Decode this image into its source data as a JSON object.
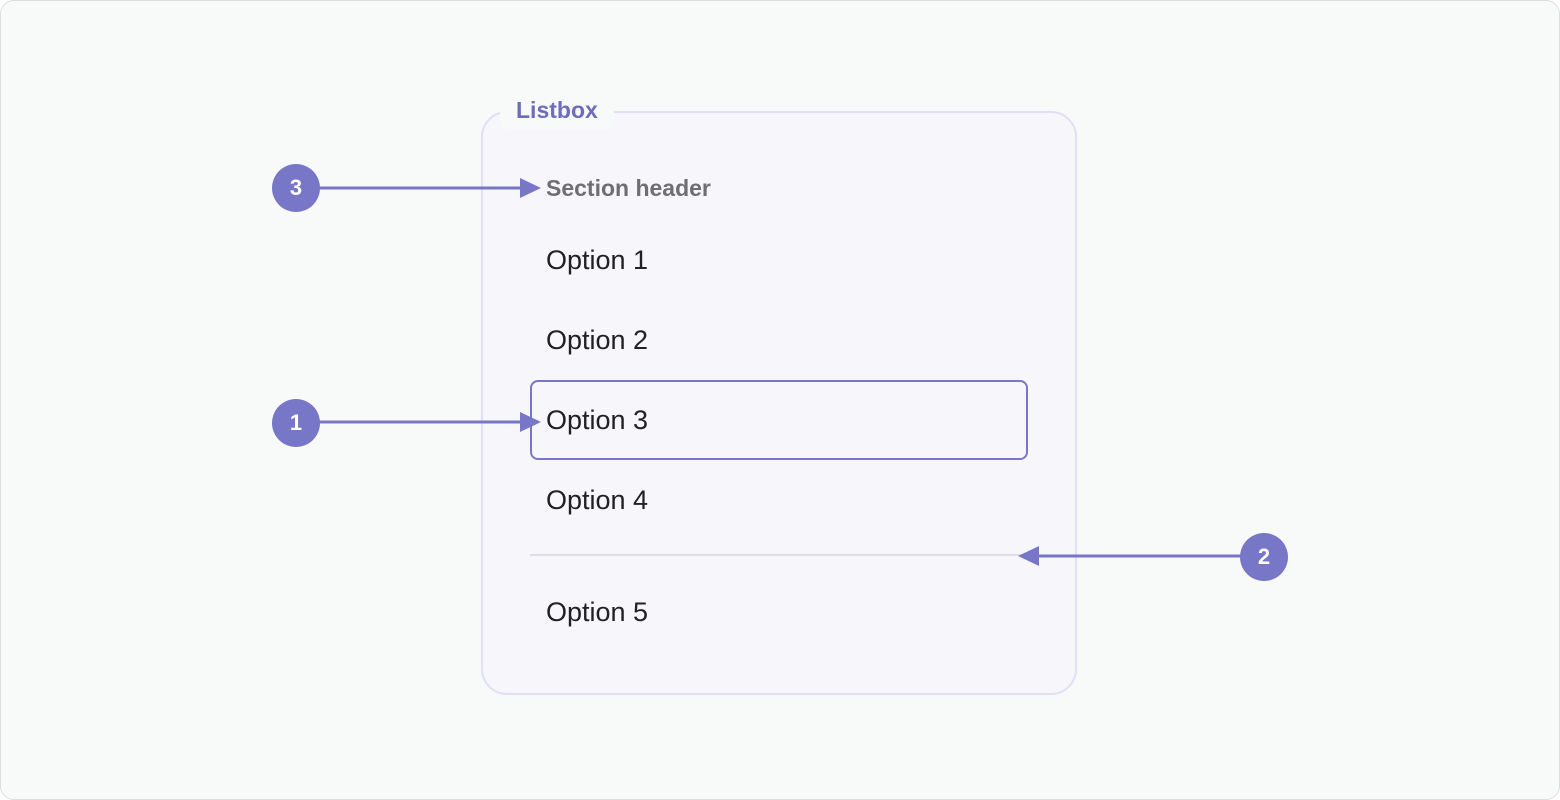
{
  "listbox": {
    "title": "Listbox",
    "section_header": "Section header",
    "options": [
      {
        "label": "Option 1",
        "focused": false
      },
      {
        "label": "Option 2",
        "focused": false
      },
      {
        "label": "Option 3",
        "focused": true
      },
      {
        "label": "Option 4",
        "focused": false
      },
      {
        "label": "Option 5",
        "focused": false
      }
    ]
  },
  "callouts": [
    {
      "number": "1",
      "target": "focused-option"
    },
    {
      "number": "2",
      "target": "divider"
    },
    {
      "number": "3",
      "target": "section-header"
    }
  ],
  "colors": {
    "accent": "#7876c6",
    "listbox_border": "#e0dff5",
    "listbox_bg": "#f6f6fb",
    "text": "#212124",
    "header_text": "#6f6f72"
  }
}
